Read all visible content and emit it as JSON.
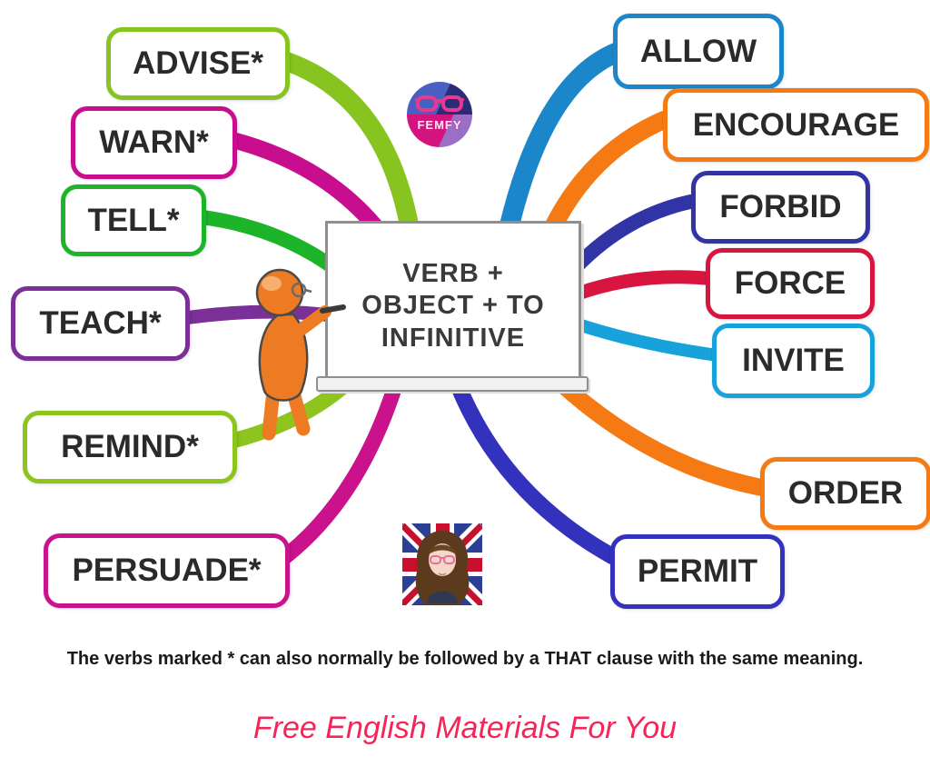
{
  "center": {
    "title": "VERB +\nOBJECT + TO\nINFINITIVE"
  },
  "nodes": [
    {
      "id": "advise",
      "label": "ADVISE*",
      "color": "#87C41F"
    },
    {
      "id": "warn",
      "label": "WARN*",
      "color": "#C90D8F"
    },
    {
      "id": "tell",
      "label": "TELL*",
      "color": "#1DB42A"
    },
    {
      "id": "teach",
      "label": "TEACH*",
      "color": "#7A3097"
    },
    {
      "id": "remind",
      "label": "REMIND*",
      "color": "#8DC41D"
    },
    {
      "id": "persuade",
      "label": "PERSUADE*",
      "color": "#C9128C"
    },
    {
      "id": "allow",
      "label": "ALLOW",
      "color": "#1B86C9"
    },
    {
      "id": "encourage",
      "label": "ENCOURAGE",
      "color": "#F57A14"
    },
    {
      "id": "forbid",
      "label": "FORBID",
      "color": "#3134A4"
    },
    {
      "id": "force",
      "label": "FORCE",
      "color": "#D8153F"
    },
    {
      "id": "invite",
      "label": "INVITE",
      "color": "#17A2DC"
    },
    {
      "id": "order",
      "label": "ORDER",
      "color": "#F57A14"
    },
    {
      "id": "permit",
      "label": "PERMIT",
      "color": "#3232BC"
    }
  ],
  "logo": {
    "text": "FEMFY",
    "glasses_color": "#E8398F"
  },
  "caption": "The verbs marked * can also normally be followed by a THAT clause with the same meaning.",
  "footer": {
    "text": "Free English Materials For You",
    "color": "#F52558"
  }
}
